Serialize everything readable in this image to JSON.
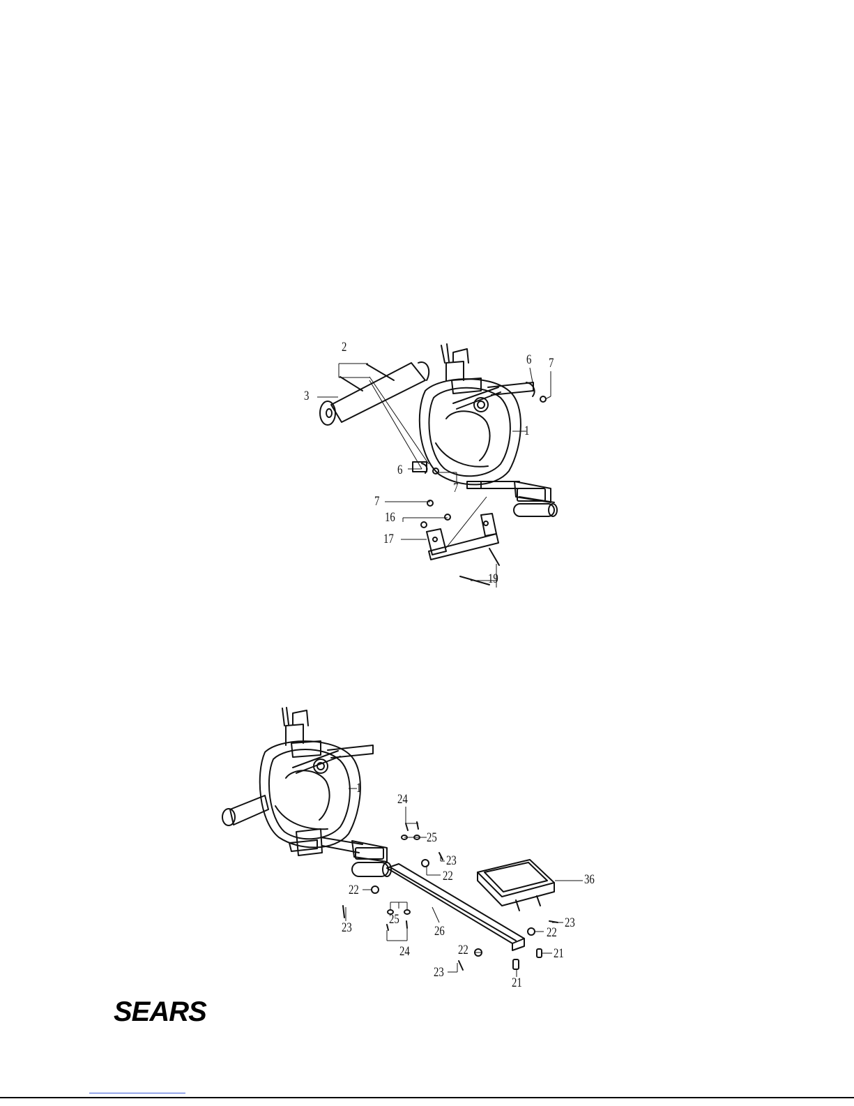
{
  "diagram_top": {
    "callouts": {
      "c2": "2",
      "c3": "3",
      "c6a": "6",
      "c7a": "7",
      "c1": "1",
      "c6b": "6",
      "c7b": "7",
      "c7c": "7",
      "c16": "16",
      "c17": "17",
      "c19": "19"
    }
  },
  "diagram_bottom": {
    "callouts": {
      "c1": "1",
      "c24a": "24",
      "c25a": "25",
      "c23a": "23",
      "c22a": "22",
      "c36": "36",
      "c22b": "22",
      "c23b": "23",
      "c25b": "25",
      "c24b": "24",
      "c26": "26",
      "c23c": "23",
      "c22c": "22",
      "c21a": "21",
      "c22d": "22",
      "c23d": "23",
      "c21b": "21"
    }
  },
  "footer": {
    "logo_text": "SEARS"
  }
}
